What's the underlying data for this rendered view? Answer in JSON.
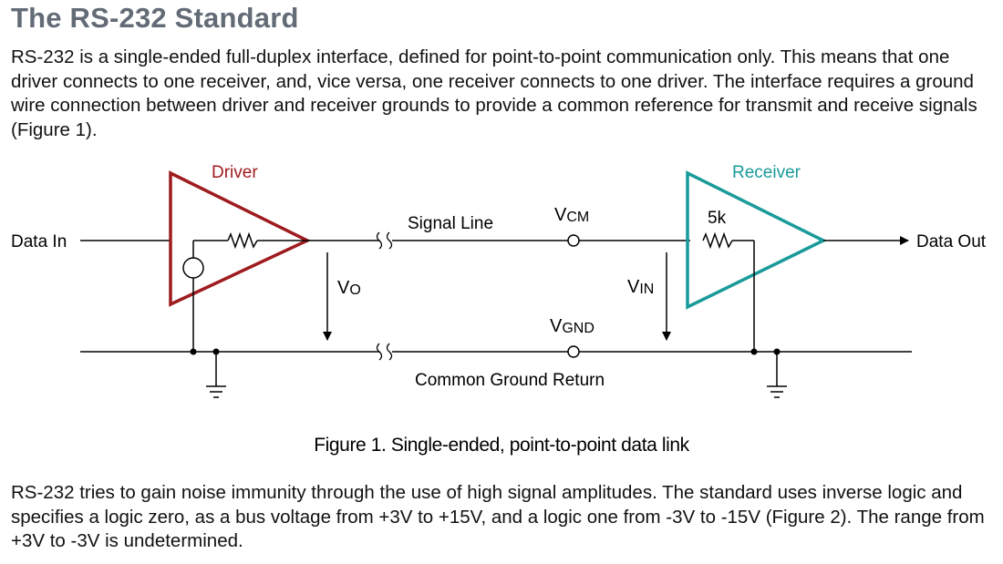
{
  "document": {
    "title": "The RS-232 Standard",
    "paragraph_1": "RS-232 is a single-ended full-duplex interface, defined for point-to-point communication only. This means that one driver connects to one receiver, and, vice versa, one receiver connects to one driver. The interface requires a ground wire connection between driver and receiver grounds to provide a common reference for transmit and receive signals (Figure 1).",
    "paragraph_2": "RS-232 tries to gain noise immunity through the use of high signal amplitudes. The standard uses inverse logic and specifies a logic zero, as a bus voltage from +3V to +15V, and a logic one from -3V to -15V (Figure 2). The range from +3V to -3V is undetermined."
  },
  "figure": {
    "caption": "Figure 1. Single-ended, point-to-point data link",
    "labels": {
      "driver": "Driver",
      "receiver": "Receiver",
      "data_in": "Data In",
      "data_out": "Data Out",
      "signal_line": "Signal Line",
      "common_ground_return": "Common Ground Return",
      "resistor_value": "5k",
      "vcm_main": "V",
      "vcm_sub": "CM",
      "vo_main": "V",
      "vo_sub": "O",
      "vin_main": "V",
      "vin_sub": "IN",
      "vgnd_main": "V",
      "vgnd_sub": "GND"
    },
    "colors": {
      "driver": "#9e1b1e",
      "receiver": "#1a9a9a",
      "wire": "#000000",
      "title": "#636b76"
    }
  }
}
